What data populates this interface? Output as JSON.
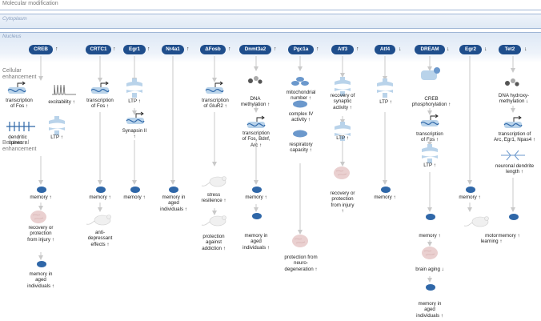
{
  "headers": {
    "molecular": "Molecular modification",
    "cytoplasm": "Cytoplasm",
    "nucleus": "Nucleus",
    "cellular": "Cellular\nenhancement",
    "behavioral": "Behavioral\nenhancement"
  },
  "colors": {
    "pill": "#1f4e8c",
    "band": "#dbe7f5",
    "arrow": "#c9c9c9",
    "brain": "#e8a6a6",
    "cell": "#b9d3ea"
  },
  "molecules": [
    {
      "name": "CREB",
      "dir": "↑"
    },
    {
      "name": "CRTC1",
      "dir": "↑"
    },
    {
      "name": "Egr1",
      "dir": "↑"
    },
    {
      "name": "Nr4a1",
      "dir": "↑"
    },
    {
      "name": "ΔFosb",
      "dir": "↑"
    },
    {
      "name": "Dnmt3a2",
      "dir": "↑"
    },
    {
      "name": "Pgc1a",
      "dir": "↑"
    },
    {
      "name": "Atf3",
      "dir": "↑"
    },
    {
      "name": "Atf4",
      "dir": "↓"
    },
    {
      "name": "DREAM",
      "dir": "↓"
    },
    {
      "name": "Egr2",
      "dir": "↓"
    },
    {
      "name": "Tet2",
      "dir": "↓"
    }
  ],
  "labels": {
    "creb_fos": "transcription\nof Fos ↑",
    "creb_excit": "excitability ↑",
    "creb_spines": "dendritic\nspines ↑",
    "creb_ltp": "LTP ↑",
    "creb_mem": "memory ↑",
    "creb_recov": "recovery or\nprotection\nfrom injury ↑",
    "creb_aged": "memory in\naged\nindividuals ↑",
    "crtc1_fos": "transcription\nof Fos ↑",
    "crtc1_mem": "memory ↑",
    "crtc1_antidep": "anti-\ndepressant\neffects ↑",
    "egr1_ltp": "LTP ↑",
    "egr1_syn": "Synapsin II\n↑",
    "egr1_mem": "memory ↑",
    "nr4a1_aged": "memory in\naged\nindividuals ↑",
    "fosb_glur2": "transcription\nof GluR2 ↑",
    "fosb_stress": "stress\nresilience ↑",
    "fosb_addict": "protection\nagainst\naddiction ↑",
    "dnmt_meth": "DNA\nmethylation ↑",
    "dnmt_trans": "transcription\nof Fos, Bdnf,\nArc ↑",
    "dnmt_mem": "memory ↑",
    "dnmt_aged": "memory in\naged\nindividuals ↑",
    "pgc_mito": "mitochondrial\nnumber ↑",
    "pgc_complex": "complex IV\nactivity ↑",
    "pgc_resp": "respiratory\ncapacity ↑",
    "pgc_neuro": "protection from\nneuro-\ndegeneration ↑",
    "atf3_recov": "recovery of\nsynaptic\nactivity ↑",
    "atf3_ltp": "LTP ↑",
    "atf3_injury": "recovery or\nprotection\nfrom injury\n↑",
    "atf4_ltp": "LTP ↑",
    "atf4_mem": "memory ↑",
    "dream_creb": "CREB\nphosphorylation ↑",
    "dream_fos": "transcription\nof Fos ↑",
    "dream_ltp": "LTP ↑",
    "dream_mem": "memory ↑",
    "dream_aging": "brain aging ↓",
    "dream_aged": "memory in\naged\nindividuals ↑",
    "egr2_mem": "memory ↑",
    "egr2_motor": "motor\nlearning ↑",
    "tet2_hydroxy": "DNA hydroxy-\nmethylation ↓",
    "tet2_trans": "transcription of\nArc, Egr1, Npas4 ↑",
    "tet2_dendrite": "neuronal dendrite\nlength ↑",
    "tet2_mem": "memory ↑"
  }
}
